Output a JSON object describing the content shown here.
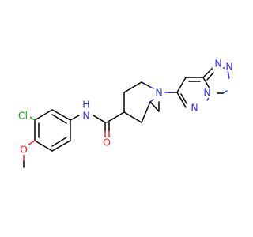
{
  "molecule": {
    "atoms": {
      "cl": "Cl",
      "o_methoxy": "O",
      "nh": "N",
      "h_amide": "H",
      "o_carbonyl": "O",
      "n_piperidine": "N",
      "n_pyridazine": "N",
      "n_triazole_1": "N",
      "n_triazole_2": "N",
      "n_triazole_3": "N"
    },
    "colors": {
      "carbon_bond": "#000000",
      "nitrogen": "#2e2eff",
      "oxygen": "#ff2020",
      "chlorine": "#1fa01f"
    }
  }
}
